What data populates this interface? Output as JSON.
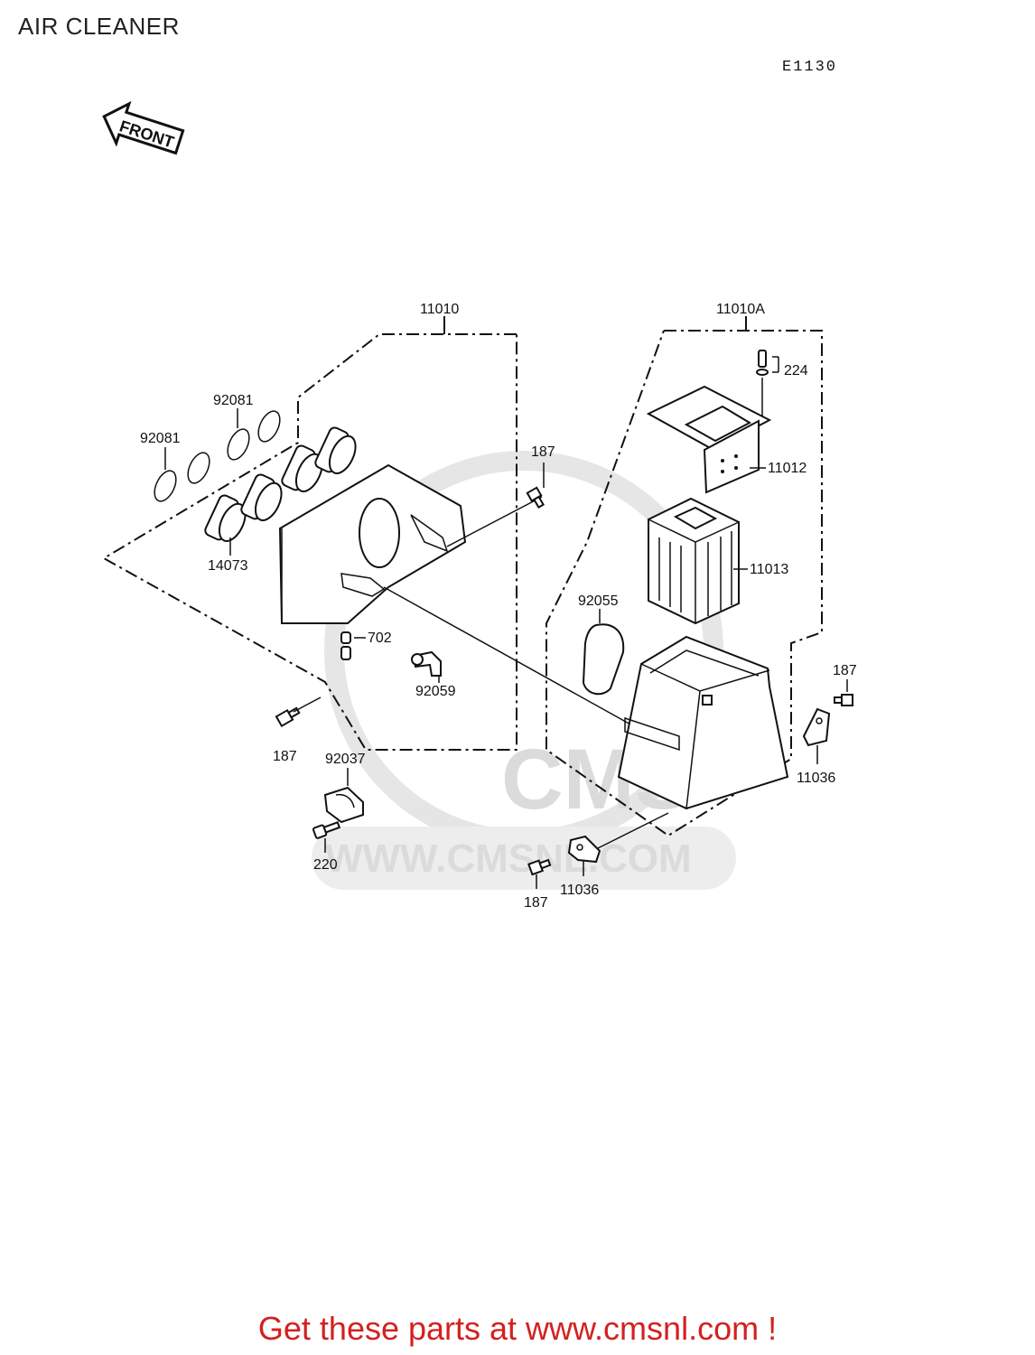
{
  "page": {
    "title": "AIR CLEANER",
    "diagram_code": "E1130",
    "front_marker": "FRONT",
    "cta": "Get these parts at www.cmsnl.com !"
  },
  "watermark": {
    "logo": "CMS",
    "url": "WWW.CMSNL.COM"
  },
  "parts": {
    "assy_left": "11010",
    "assy_right": "11010A",
    "oring_a": "92081",
    "oring_b": "92081",
    "holder": "14073",
    "bolt_upper": "187",
    "bolt_lower_left": "187",
    "bolt_right": "187",
    "bolt_bottom": "187",
    "plug": "702",
    "elbow": "92059",
    "clamp": "92037",
    "screw": "220",
    "screw_top": "224",
    "cover": "11012",
    "element": "11013",
    "seal": "92055",
    "bracket_right": "11036",
    "bracket_bottom": "11036"
  },
  "colors": {
    "cta": "#d42020",
    "lines": "#111111",
    "watermark": "#d8d8d8"
  }
}
